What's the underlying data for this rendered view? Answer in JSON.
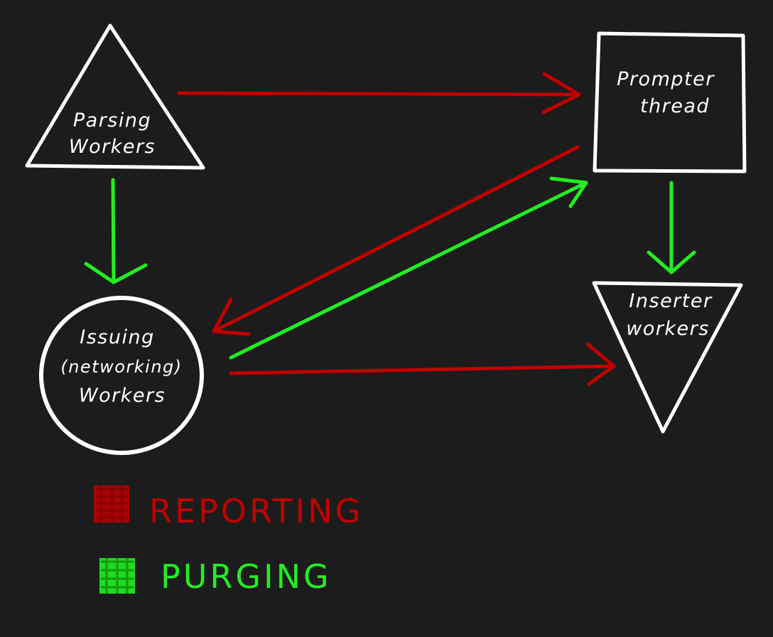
{
  "colors": {
    "background": "#1c1c1c",
    "node_stroke": "#ffffff",
    "reporting": "#c00000",
    "purging": "#22ee22"
  },
  "nodes": {
    "parsing": {
      "shape": "triangle",
      "line1": "Parsing",
      "line2": "Workers"
    },
    "prompter": {
      "shape": "square",
      "line1": "Prompter",
      "line2": "thread"
    },
    "issuing": {
      "shape": "circle",
      "line1": "Issuing",
      "line2": "(networking)",
      "line3": "Workers"
    },
    "inserter": {
      "shape": "inverted-triangle",
      "line1": "Inserter",
      "line2": "workers"
    }
  },
  "edges": [
    {
      "from": "parsing",
      "to": "prompter",
      "type": "reporting"
    },
    {
      "from": "prompter",
      "to": "issuing",
      "type": "reporting"
    },
    {
      "from": "issuing",
      "to": "inserter",
      "type": "reporting"
    },
    {
      "from": "parsing",
      "to": "issuing",
      "type": "purging"
    },
    {
      "from": "issuing",
      "to": "prompter",
      "type": "purging"
    },
    {
      "from": "prompter",
      "to": "inserter",
      "type": "purging"
    }
  ],
  "legend": {
    "reporting_label": "REPORTING",
    "purging_label": "PURGING"
  }
}
